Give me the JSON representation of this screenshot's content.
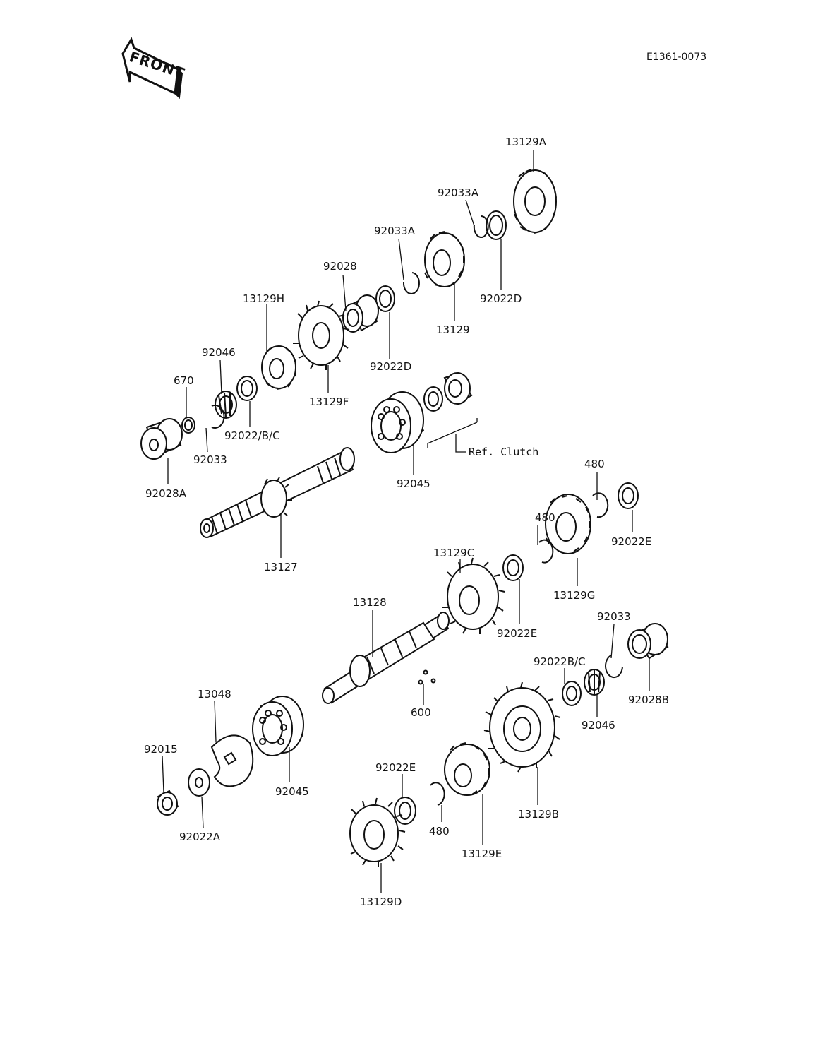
{
  "header": {
    "front_label": "FRONT",
    "drawing_code": "E1361-0073"
  },
  "callouts": {
    "p13129A": "13129A",
    "p92033A_1": "92033A",
    "p92033A_2": "92033A",
    "p92022D_1": "92022D",
    "p92028": "92028",
    "p13129": "13129",
    "p13129H": "13129H",
    "p92022D_2": "92022D",
    "p92046_1": "92046",
    "p670": "670",
    "p13129F": "13129F",
    "p92022BC_1": "92022/B/C",
    "p92033_1": "92033",
    "p92028A": "92028A",
    "p92045_1": "92045",
    "ref_clutch": "Ref. Clutch",
    "p13127": "13127",
    "p480_1": "480",
    "p92022E_1": "92022E",
    "p480_2": "480",
    "p13129C": "13129C",
    "p13129G": "13129G",
    "p13128": "13128",
    "p92022E_2": "92022E",
    "p92033_2": "92033",
    "p92022BC_2": "92022B/C",
    "p92028B": "92028B",
    "p600": "600",
    "p13048": "13048",
    "p92046_2": "92046",
    "p92015": "92015",
    "p92045_2": "92045",
    "p92022E_3": "92022E",
    "p13129B": "13129B",
    "p92022A": "92022A",
    "p480_3": "480",
    "p13129E": "13129E",
    "p13129D": "13129D"
  }
}
